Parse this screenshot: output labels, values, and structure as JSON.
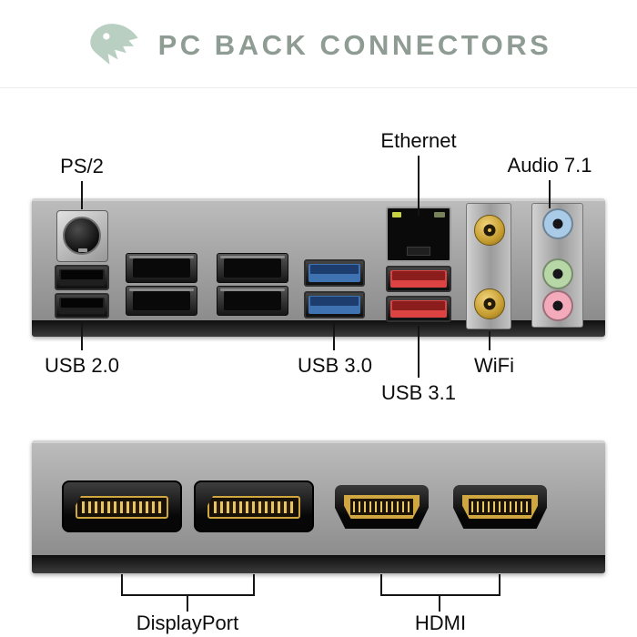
{
  "header": {
    "title": "PC BACK CONNECTORS",
    "logo_icon": "dinosaur-icon"
  },
  "io_panel": {
    "labels": {
      "ps2": "PS/2",
      "ethernet": "Ethernet",
      "audio": "Audio 7.1",
      "usb20": "USB 2.0",
      "usb30": "USB 3.0",
      "usb31": "USB 3.1",
      "wifi": "WiFi"
    }
  },
  "video_panel": {
    "labels": {
      "displayport": "DisplayPort",
      "hdmi": "HDMI"
    }
  },
  "colors": {
    "title_text": "#8e9c94",
    "logo_green": "#b9cfc2",
    "panel_gray": "#9a9a9a",
    "usb30_blue": "#3f72b0",
    "usb31_red": "#dd4343",
    "wifi_gold": "#c9a240",
    "audio_line_in_blue": "#a9cbe8",
    "audio_line_out_green": "#b7d8a6",
    "audio_mic_pink": "#f3aabb",
    "ethernet_led_green": "#c6d23e",
    "connector_gold": "#cfa63f"
  }
}
